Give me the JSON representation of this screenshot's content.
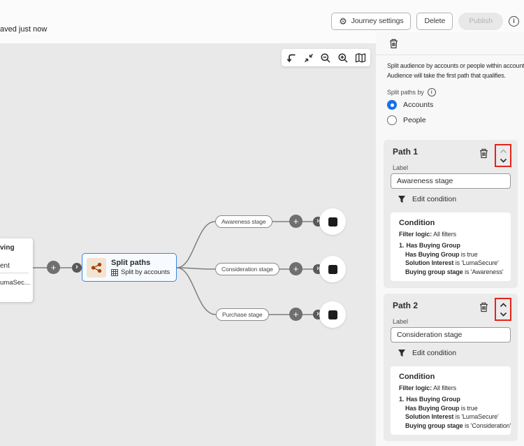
{
  "top_bar": {
    "save_status": "aved just now",
    "journey_settings": "Journey settings",
    "delete": "Delete",
    "publish": "Publish"
  },
  "canvas": {
    "partial_node": {
      "line1": "ving",
      "line2": "ent",
      "line3": "umaSec..."
    },
    "split_node": {
      "title": "Split paths",
      "subtitle": "Split by accounts"
    },
    "branches": [
      {
        "label": "Awareness stage"
      },
      {
        "label": "Consideration stage"
      },
      {
        "label": "Purchase stage"
      }
    ]
  },
  "panel": {
    "description_line1": "Split audience by accounts or people within accounts.",
    "description_line2": "Audience will take the first path that qualifies.",
    "split_paths_by": "Split paths by",
    "options": [
      {
        "label": "Accounts",
        "selected": true
      },
      {
        "label": "People",
        "selected": false
      }
    ],
    "paths": [
      {
        "title": "Path 1",
        "label_caption": "Label",
        "label_value": "Awareness stage",
        "edit_condition": "Edit condition",
        "up_enabled": false,
        "down_enabled": true,
        "condition": {
          "heading": "Condition",
          "filter_logic_label": "Filter logic:",
          "filter_logic_value": " All filters",
          "rows": [
            {
              "prefix": "1.",
              "bold": "Has Buying Group",
              "rest": ""
            },
            {
              "prefix": "",
              "bold": "Has Buying Group",
              "rest": " is true"
            },
            {
              "prefix": "",
              "bold": "Solution Interest",
              "rest": " is 'LumaSecure'"
            },
            {
              "prefix": "",
              "bold": "Buying group stage",
              "rest": " is 'Awareness'"
            }
          ]
        }
      },
      {
        "title": "Path 2",
        "label_caption": "Label",
        "label_value": "Consideration stage",
        "edit_condition": "Edit condition",
        "up_enabled": true,
        "down_enabled": true,
        "condition": {
          "heading": "Condition",
          "filter_logic_label": "Filter logic:",
          "filter_logic_value": " All filters",
          "rows": [
            {
              "prefix": "1.",
              "bold": "Has Buying Group",
              "rest": ""
            },
            {
              "prefix": "",
              "bold": "Has Buying Group",
              "rest": " is true"
            },
            {
              "prefix": "",
              "bold": "Solution Interest",
              "rest": " is 'LumaSecure'"
            },
            {
              "prefix": "",
              "bold": "Buying group stage",
              "rest": " is 'Consideration'"
            }
          ]
        }
      }
    ]
  },
  "colors": {
    "accent_blue": "#1473e6",
    "node_border_blue": "#3a87e0",
    "highlight_red": "#e5231d",
    "icon_rust": "#a1430b",
    "canvas_bg": "#e9e9e9"
  },
  "icons": {
    "gear": "⚙",
    "info": "i",
    "plus": "+",
    "chevron_right": "›"
  }
}
